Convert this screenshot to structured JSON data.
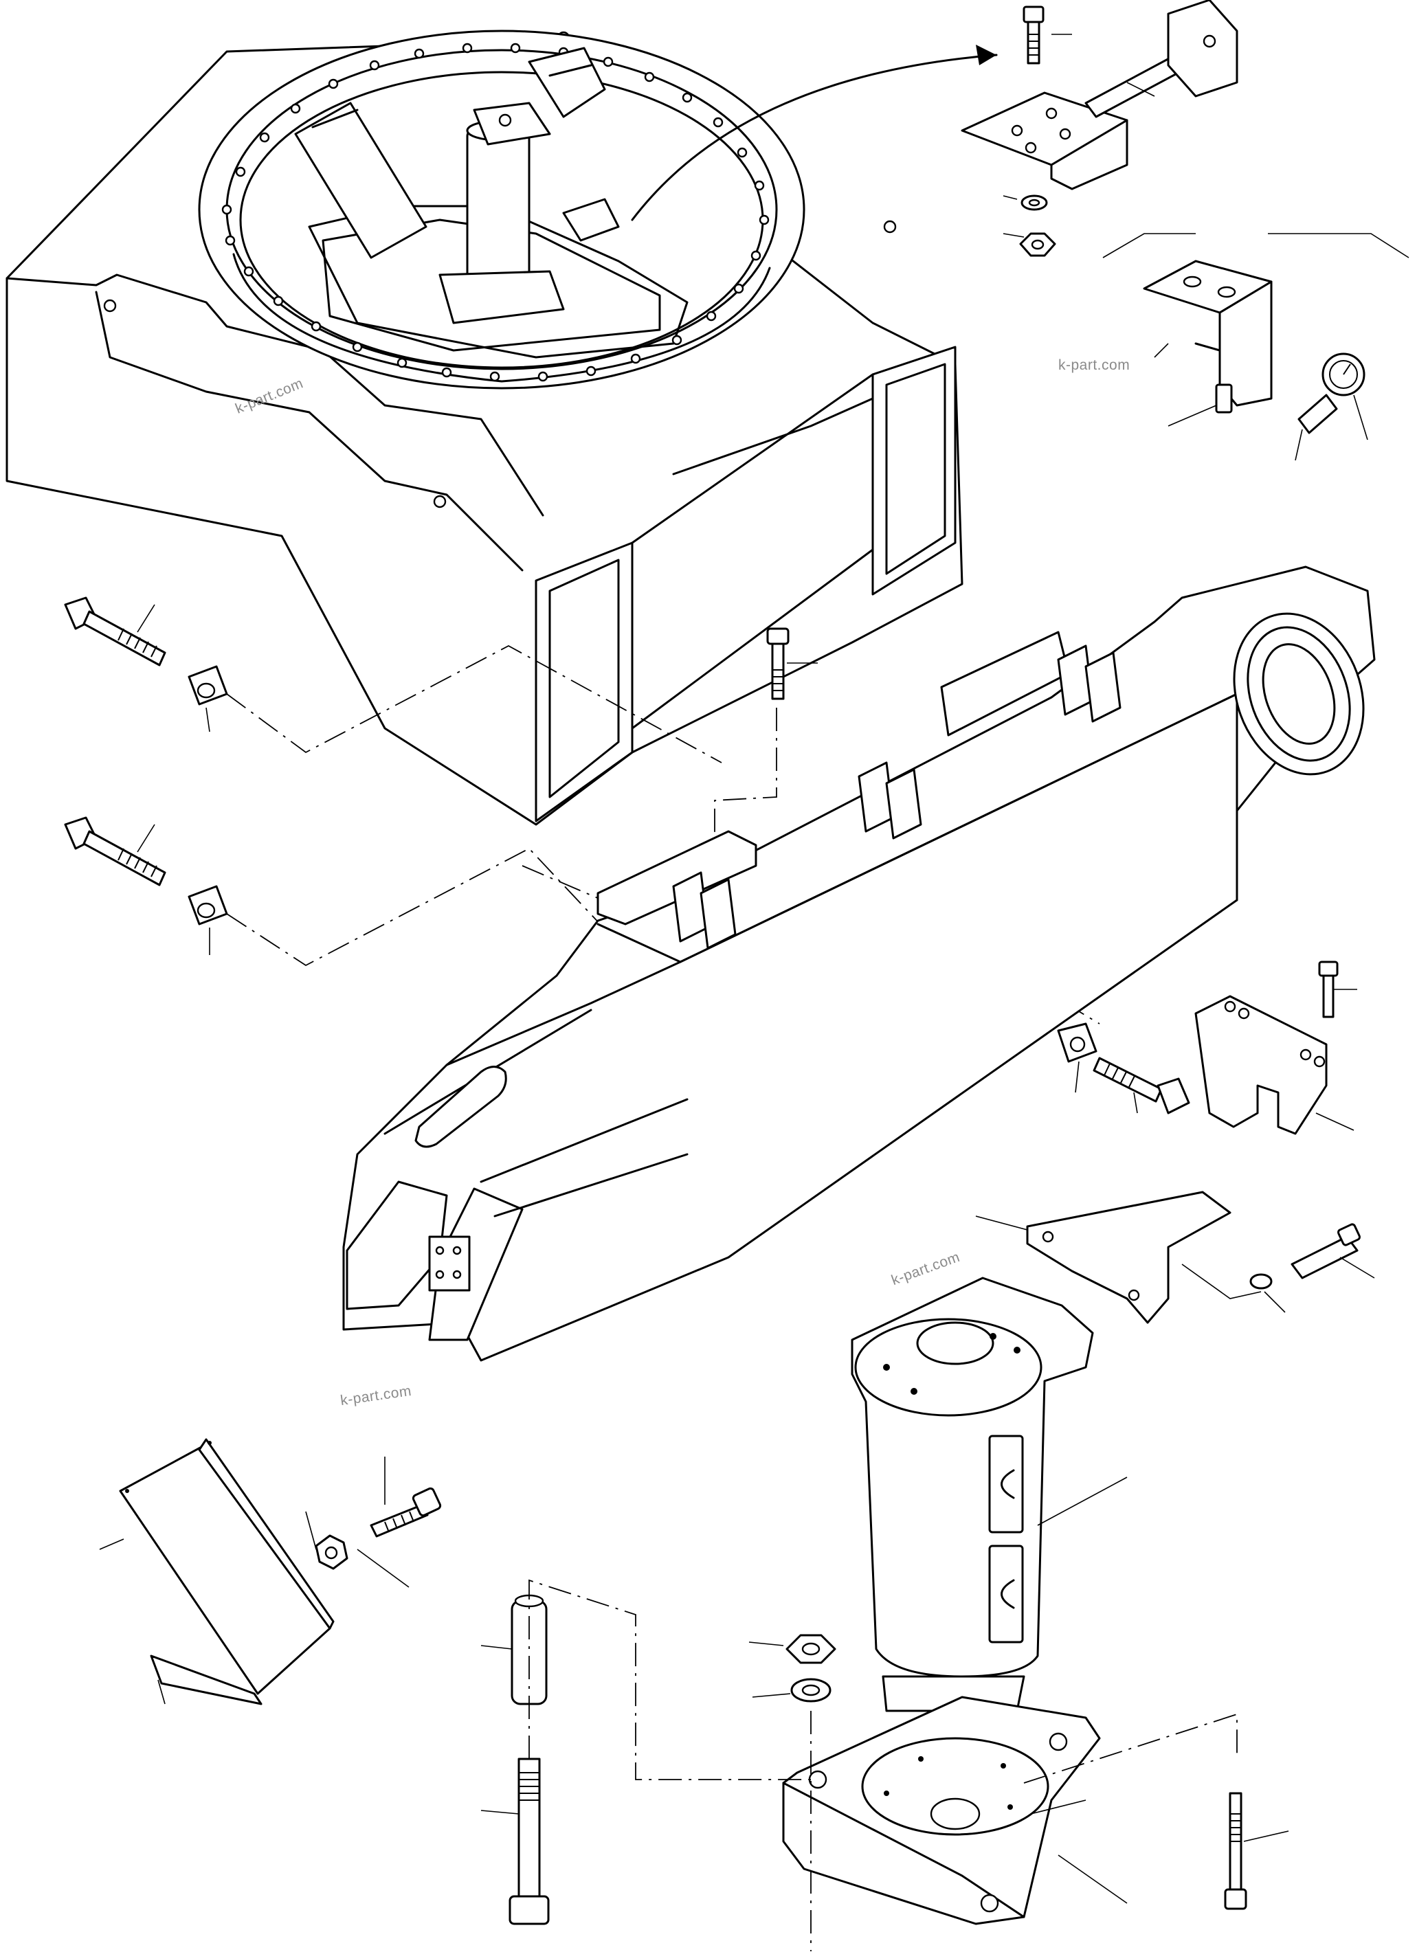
{
  "watermarks": [
    {
      "id": "wm1",
      "text": "k-part.com"
    },
    {
      "id": "wm2",
      "text": "k-part.com"
    },
    {
      "id": "wm3",
      "text": "k-part.com"
    },
    {
      "id": "wm4",
      "text": "k-part.com"
    }
  ]
}
